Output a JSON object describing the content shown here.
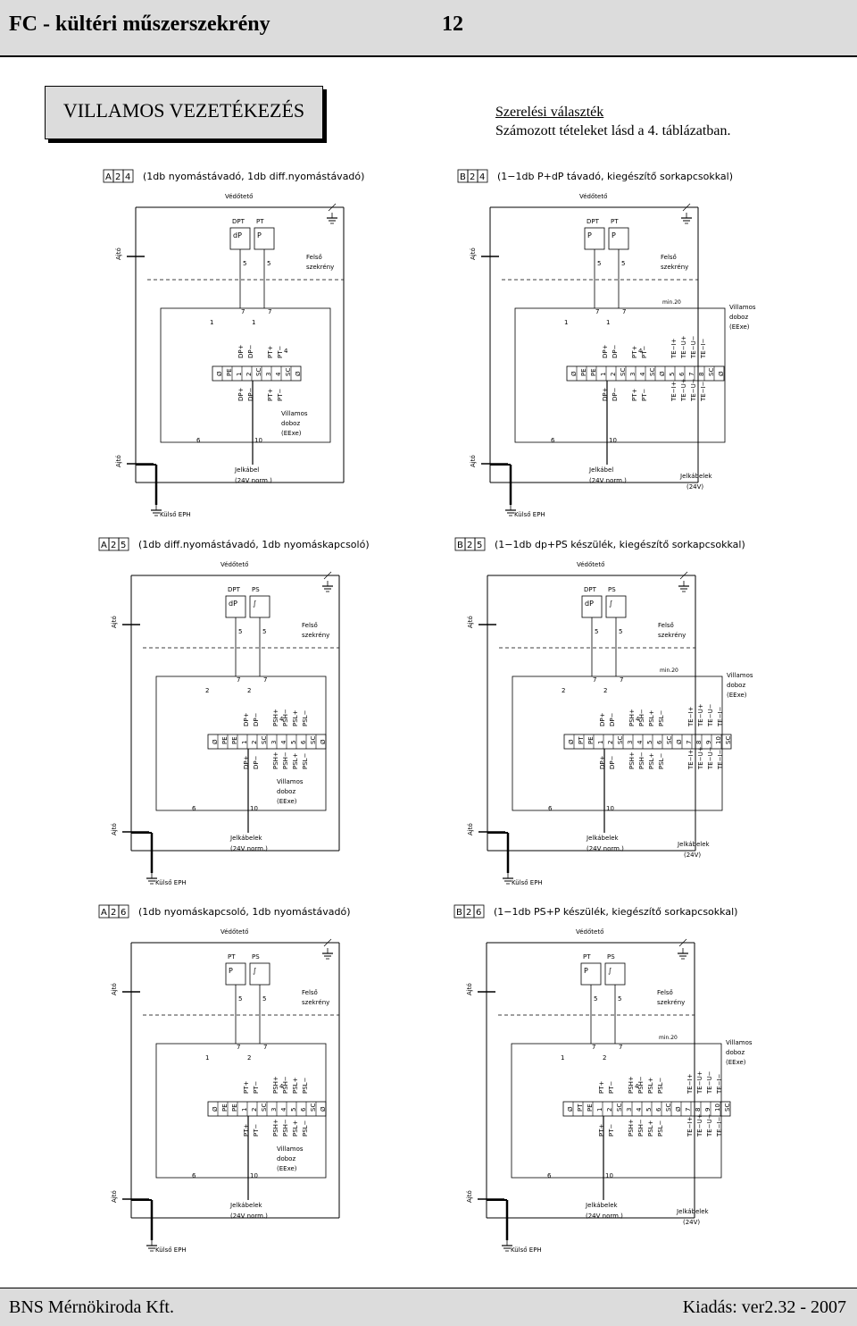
{
  "header": {
    "title": "FC - kültéri műszerszekrény",
    "page": "12"
  },
  "section": {
    "title": "VILLAMOS VEZETÉKEZÉS"
  },
  "info": {
    "line1": "Szerelési választék",
    "line2": "Számozott tételeket lásd a 4. táblázatban."
  },
  "footer": {
    "left": "BNS Mérnökiroda Kft.",
    "right": "Kiadás: ver2.32 - 2007"
  },
  "labels": {
    "vedoteto": "Védőtető",
    "ajto": "Ajtó",
    "felso1": "Felső",
    "felso2": "szekrény",
    "villamos1": "Villamos",
    "villamos2": "doboz",
    "villamos3": "(EExe)",
    "kulso": "Külső EPH",
    "min": "min.20",
    "jelkabel1": "Jelkábel",
    "jelkabelek1": "Jelkábelek",
    "norm": "(24V norm.)",
    "v24": "(24V)"
  },
  "diagrams": [
    {
      "code": [
        "A",
        "2",
        "4"
      ],
      "title": "(1db nyomástávadó, 1db diff.nyomástávadó)",
      "inst": [
        "DPT",
        "PT"
      ],
      "sym": [
        "dP",
        "P"
      ],
      "ext": false,
      "tbRow": [
        "Ø",
        "PE",
        "1",
        "2",
        "SC",
        "3",
        "4",
        "SC",
        "Ø"
      ],
      "tbTop": [
        "",
        "",
        "DP+",
        "DP−",
        "",
        "PT+",
        "PT−",
        "",
        ""
      ],
      "tbBot": [
        "",
        "",
        "DP+",
        "DP−",
        "",
        "PT+",
        "PT−",
        "",
        ""
      ],
      "nums": [
        "1",
        "1",
        "7",
        "7",
        "4",
        "5",
        "5",
        "6",
        "10"
      ],
      "cable": "jelkabel1"
    },
    {
      "code": [
        "B",
        "2",
        "4"
      ],
      "title": "(1−1db P+dP távadó, kiegészítő sorkapcsokkal)",
      "inst": [
        "DPT",
        "PT"
      ],
      "sym": [
        "P",
        "P"
      ],
      "ext": true,
      "tbRow": [
        "Ø",
        "PE",
        "PE",
        "1",
        "2",
        "SC",
        "3",
        "4",
        "SC",
        "Ø",
        "5",
        "6",
        "7",
        "8",
        "SC",
        "Ø"
      ],
      "tbTop": [
        "",
        "",
        "",
        "DP+",
        "DP−",
        "",
        "PT+",
        "PT−",
        "",
        "",
        "TE−I+",
        "TE−U+",
        "TE−U−",
        "TE−I−",
        "",
        ""
      ],
      "tbBot": [
        "",
        "",
        "",
        "DP+",
        "DP−",
        "",
        "PT+",
        "PT−",
        "",
        "",
        "TE−I+",
        "TE−U+",
        "TE−U−",
        "TE−I−",
        "",
        ""
      ],
      "nums": [
        "1",
        "1",
        "7",
        "7",
        "4",
        "5",
        "5",
        "6",
        "10"
      ],
      "cable": "jelkabel1"
    },
    {
      "code": [
        "A",
        "2",
        "5"
      ],
      "title": "(1db diff.nyomástávadó, 1db nyomáskapcsoló)",
      "inst": [
        "DPT",
        "PS"
      ],
      "sym": [
        "dP",
        "∫"
      ],
      "ext": false,
      "tbRow": [
        "Ø",
        "PE",
        "PE",
        "1",
        "2",
        "SC",
        "3",
        "4",
        "5",
        "6",
        "SC",
        "Ø"
      ],
      "tbTop": [
        "",
        "",
        "",
        "DP+",
        "DP−",
        "",
        "PSH+",
        "PSH−",
        "PSL+",
        "PSL−",
        "",
        ""
      ],
      "tbBot": [
        "",
        "",
        "",
        "DP+",
        "DP−",
        "",
        "PSH+",
        "PSH−",
        "PSL+",
        "PSL−",
        "",
        ""
      ],
      "nums": [
        "2",
        "2",
        "7",
        "7",
        "4",
        "5",
        "5",
        "6",
        "10"
      ],
      "cable": "jelkabelek1"
    },
    {
      "code": [
        "B",
        "2",
        "5"
      ],
      "title": "(1−1db dp+PS készülék, kiegészítő sorkapcsokkal)",
      "inst": [
        "DPT",
        "PS"
      ],
      "sym": [
        "dP",
        "∫"
      ],
      "ext": true,
      "tbRow": [
        "Ø",
        "PT",
        "PE",
        "1",
        "2",
        "SC",
        "3",
        "4",
        "5",
        "6",
        "SC",
        "Ø",
        "7",
        "8",
        "9",
        "10",
        "SC"
      ],
      "tbTop": [
        "",
        "",
        "",
        "DP+",
        "DP−",
        "",
        "PSH+",
        "PSH−",
        "PSL+",
        "PSL−",
        "",
        "",
        "TE−I+",
        "TE−U+",
        "TE−U−",
        "TE−I−",
        ""
      ],
      "tbBot": [
        "",
        "",
        "",
        "DP+",
        "DP−",
        "",
        "PSH+",
        "PSH−",
        "PSL+",
        "PSL−",
        "",
        "",
        "TE−I+",
        "TE−U+",
        "TE−U−",
        "TE−I−",
        ""
      ],
      "nums": [
        "2",
        "2",
        "7",
        "7",
        "4",
        "5",
        "5",
        "6",
        "10"
      ],
      "cable": "jelkabelek1"
    },
    {
      "code": [
        "A",
        "2",
        "6"
      ],
      "title": "(1db nyomáskapcsoló, 1db nyomástávadó)",
      "inst": [
        "PT",
        "PS"
      ],
      "sym": [
        "P",
        "∫"
      ],
      "ext": false,
      "tbRow": [
        "Ø",
        "PE",
        "PE",
        "1",
        "2",
        "SC",
        "3",
        "4",
        "5",
        "6",
        "SC",
        "Ø"
      ],
      "tbTop": [
        "",
        "",
        "",
        "PT+",
        "PT−",
        "",
        "PSH+",
        "PSH−",
        "PSL+",
        "PSL−",
        "",
        ""
      ],
      "tbBot": [
        "",
        "",
        "",
        "PT+",
        "PT−",
        "",
        "PSH+",
        "PSH−",
        "PSL+",
        "PSL−",
        "",
        ""
      ],
      "nums": [
        "1",
        "2",
        "7",
        "7",
        "4",
        "5",
        "5",
        "6",
        "10"
      ],
      "cable": "jelkabelek1"
    },
    {
      "code": [
        "B",
        "2",
        "6"
      ],
      "title": "(1−1db PS+P készülék, kiegészítő sorkapcsokkal)",
      "inst": [
        "PT",
        "PS"
      ],
      "sym": [
        "P",
        "∫"
      ],
      "ext": true,
      "tbRow": [
        "Ø",
        "PT",
        "PE",
        "1",
        "2",
        "SC",
        "3",
        "4",
        "5",
        "6",
        "SC",
        "Ø",
        "7",
        "8",
        "9",
        "10",
        "SC"
      ],
      "tbTop": [
        "",
        "",
        "",
        "PT+",
        "PT−",
        "",
        "PSH+",
        "PSH−",
        "PSL+",
        "PSL−",
        "",
        "",
        "TE−I+",
        "TE−U+",
        "TE−U−",
        "TE−I−",
        ""
      ],
      "tbBot": [
        "",
        "",
        "",
        "PT+",
        "PT−",
        "",
        "PSH+",
        "PSH−",
        "PSL+",
        "PSL−",
        "",
        "",
        "TE−I+",
        "TE−U+",
        "TE−U−",
        "TE−I−",
        ""
      ],
      "nums": [
        "1",
        "2",
        "7",
        "7",
        "4",
        "5",
        "5",
        "6",
        "10"
      ],
      "cable": "jelkabelek1"
    }
  ]
}
